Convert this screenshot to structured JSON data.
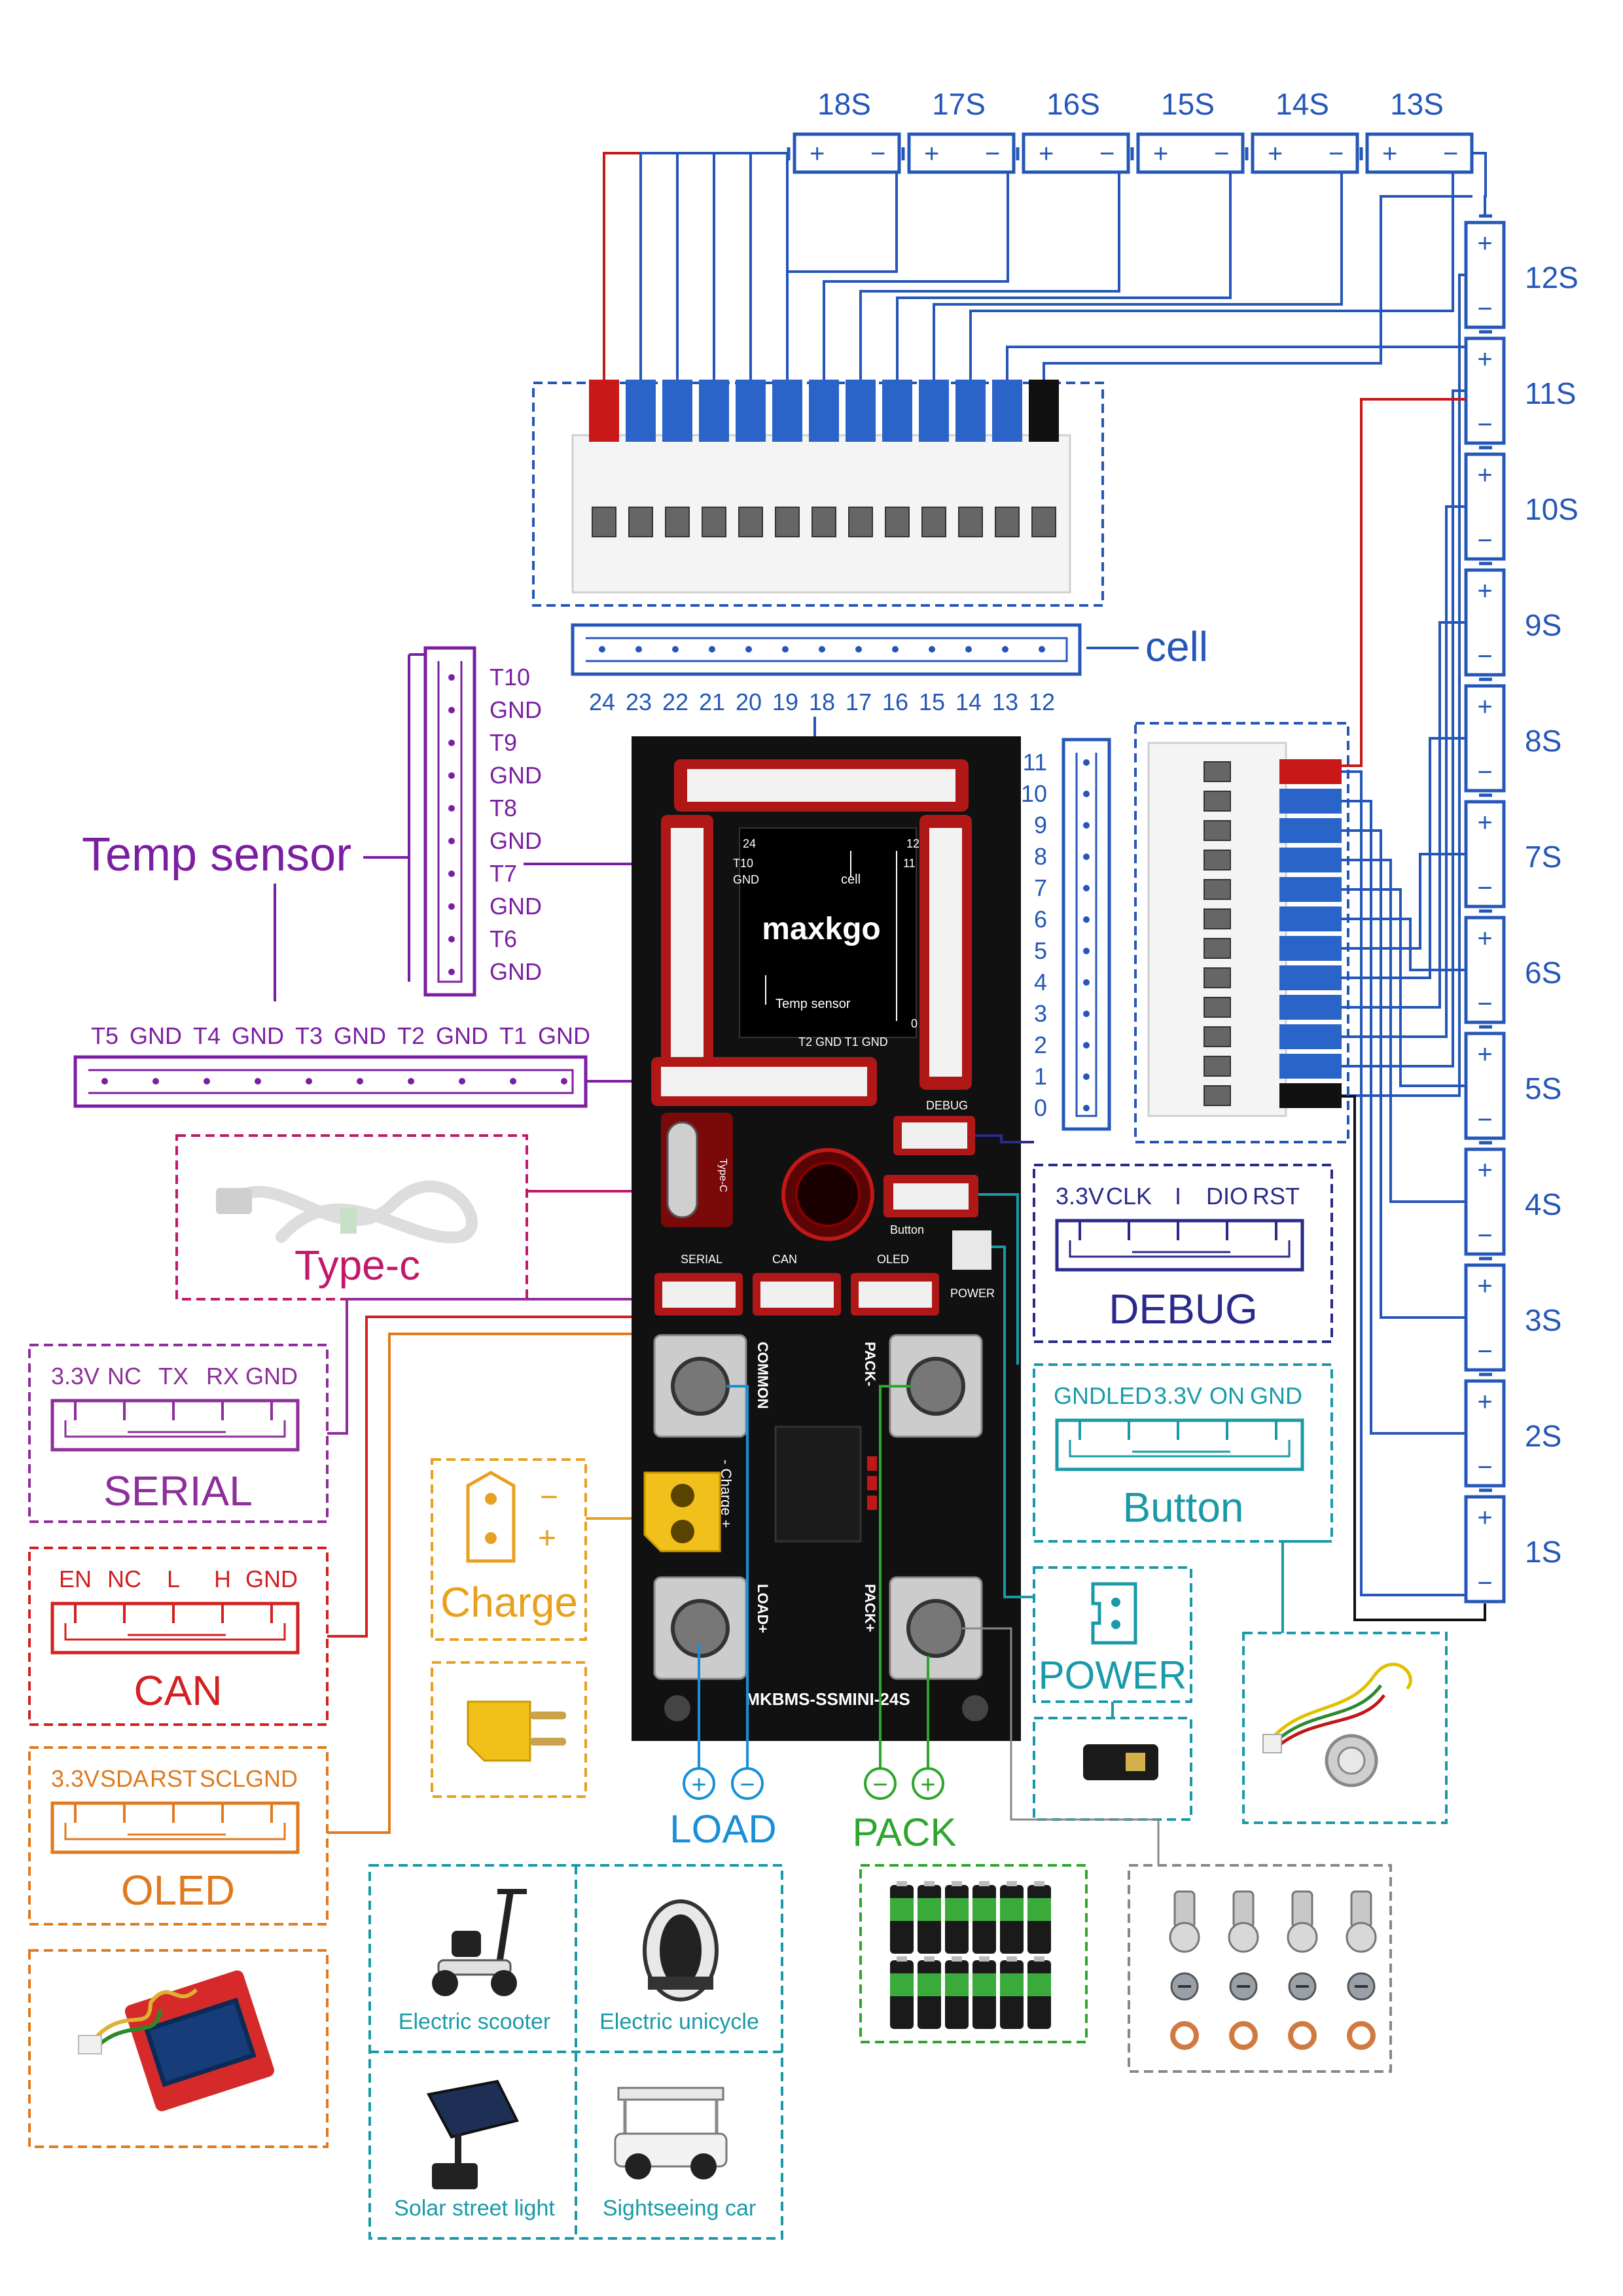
{
  "colors": {
    "blue": "#2557b8",
    "purple": "#7b1fa2",
    "magenta": "#c2186a",
    "red": "#d32020",
    "orange": "#e07a1f",
    "teal": "#1a9aa8",
    "green": "#2ea62e",
    "navy": "#2a2a8c",
    "sky": "#1a8fd6",
    "gold": "#e8a020",
    "wire_blue": "#2a64c8",
    "board": "#111111"
  },
  "cells_top": [
    "18S",
    "17S",
    "16S",
    "15S",
    "14S",
    "13S"
  ],
  "cells_right": [
    "12S",
    "11S",
    "10S",
    "9S",
    "8S",
    "7S",
    "6S",
    "5S",
    "4S",
    "3S",
    "2S",
    "1S"
  ],
  "cell_polarity": {
    "plus": "+",
    "minus": "−"
  },
  "cell_connector": {
    "label": "cell",
    "pins_top": [
      "24",
      "23",
      "22",
      "21",
      "20",
      "19",
      "18",
      "17",
      "16",
      "15",
      "14",
      "13",
      "12"
    ],
    "pins_side": [
      "11",
      "10",
      "9",
      "8",
      "7",
      "6",
      "5",
      "4",
      "3",
      "2",
      "1",
      "0"
    ]
  },
  "temp_sensor": {
    "label": "Temp sensor",
    "pins_vertical": [
      "T10",
      "GND",
      "T9",
      "GND",
      "T8",
      "GND",
      "T7",
      "GND",
      "T6",
      "GND"
    ],
    "pins_horizontal": [
      "T5",
      "GND",
      "T4",
      "GND",
      "T3",
      "GND",
      "T2",
      "GND",
      "T1",
      "GND"
    ]
  },
  "typec": {
    "label": "Type-c"
  },
  "serial": {
    "label": "SERIAL",
    "pins": [
      "3.3V",
      "NC",
      "TX",
      "RX",
      "GND"
    ]
  },
  "can": {
    "label": "CAN",
    "pins": [
      "EN",
      "NC",
      "L",
      "H",
      "GND"
    ]
  },
  "oled": {
    "label": "OLED",
    "pins": [
      "3.3V",
      "SDA",
      "RST",
      "SCL",
      "GND"
    ]
  },
  "debug": {
    "label": "DEBUG",
    "pins": [
      "3.3V",
      "CLK",
      "I",
      "DIO",
      "RST"
    ]
  },
  "button": {
    "label": "Button",
    "pins": [
      "GND",
      "LED",
      "3.3V",
      "ON",
      "GND"
    ]
  },
  "power": {
    "label": "POWER"
  },
  "charge": {
    "label": "Charge",
    "minus": "−",
    "plus": "+"
  },
  "load": {
    "label": "LOAD",
    "plus": "+",
    "minus": "−"
  },
  "pack": {
    "label": "PACK",
    "minus": "−",
    "plus": "+"
  },
  "board": {
    "logo": "maxkgo",
    "model": "MKBMS-SSMINI-24S",
    "silk_cell": "cell",
    "silk_temp": "Temp sensor",
    "silk_24": "24",
    "silk_12": "12",
    "silk_11": "11",
    "silk_0": "0",
    "silk_t10": "T10",
    "silk_gnd": "GND",
    "silk_t2row": "T2  GND  T1  GND",
    "debug": "DEBUG",
    "typec": "Type-C",
    "button": "Button",
    "power": "POWER",
    "serial": "SERIAL",
    "can": "CAN",
    "oled": "OLED",
    "common": "COMMON",
    "packm": "PACK-",
    "charge": "- Charge +",
    "loadp": "LOAD+",
    "packp": "PACK+"
  },
  "applications": [
    "Electric scooter",
    "Electric unicycle",
    "Solar street light",
    "Sightseeing car"
  ]
}
